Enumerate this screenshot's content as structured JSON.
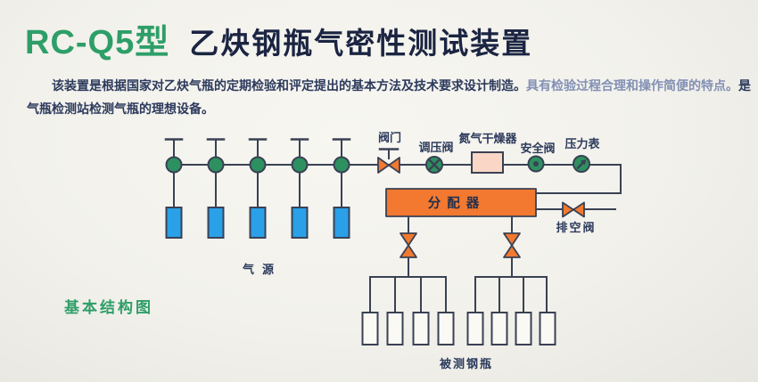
{
  "title": {
    "model": "RC-Q5型",
    "name": "乙炔钢瓶气密性测试装置"
  },
  "description": {
    "sentence1": "该装置是根据国家对乙炔气瓶的定期检验和评定提出的基本方法及技术要求设计制造。",
    "sentence2": "具有检验过程合理和操作简便的特点。",
    "sentence3": "是气瓶检测站检测气瓶的理想设备。"
  },
  "diagram": {
    "caption": "基本结构图",
    "labels": {
      "valve": "阀门",
      "regulator": "调压阀",
      "dryer": "氮气干燥器",
      "safety_valve": "安全阀",
      "pressure_gauge": "压力表",
      "distributor": "分配器",
      "vent_valve": "排空阀",
      "gas_source": "气源",
      "tested_cylinders": "被测钢瓶"
    },
    "structure": {
      "gas_source_cylinders": 5,
      "branch_manifolds": 2,
      "tested_cylinders_per_manifold": 4,
      "tested_cylinders_total": 8
    }
  },
  "colors": {
    "accent_green": "#2e9e68",
    "title_navy": "#1b2542",
    "text_navy": "#2c3a5c",
    "text_light_blue": "#8290b5",
    "line": "#3a4154",
    "valve_green": "#2d9060",
    "component_orange": "#f2792f",
    "dryer_pink": "#f9d6c6",
    "cylinder_blue": "#2aa0e8"
  }
}
